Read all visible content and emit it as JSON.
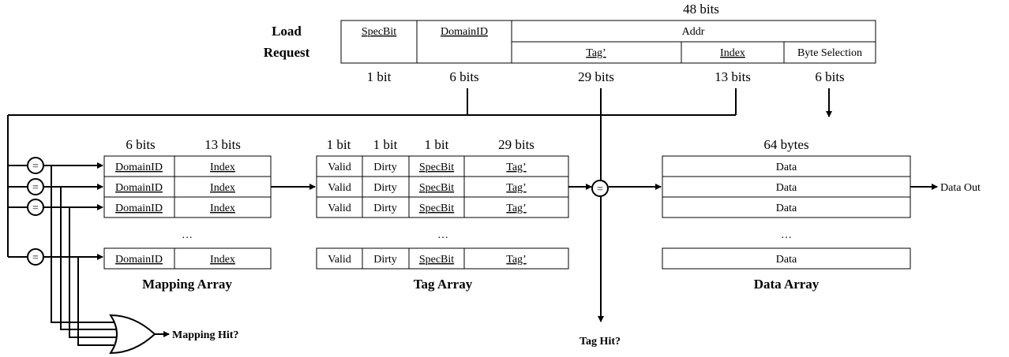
{
  "load_request": {
    "title_line1": "Load",
    "title_line2": "Request",
    "total_width": "48 bits",
    "spec_bit": "SpecBit",
    "domain_id": "DomainID",
    "addr": "Addr",
    "tag": "Tag’",
    "index": "Index",
    "byte_selection": "Byte Selection",
    "widths": [
      "1 bit",
      "6 bits",
      "29 bits",
      "13 bits",
      "6 bits"
    ]
  },
  "mapping_array": {
    "title": "Mapping Array",
    "widths": [
      "6 bits",
      "13 bits"
    ],
    "col_domain": "DomainID",
    "col_index": "Index",
    "ellipsis": "…"
  },
  "tag_array": {
    "title": "Tag Array",
    "widths": [
      "1 bit",
      "1 bit",
      "1 bit",
      "29 bits"
    ],
    "col_valid": "Valid",
    "col_dirty": "Dirty",
    "col_specbit": "SpecBit",
    "col_tag": "Tag’",
    "ellipsis": "…"
  },
  "data_array": {
    "title": "Data Array",
    "width": "64 bytes",
    "col_data": "Data",
    "ellipsis": "…"
  },
  "outputs": {
    "mapping_hit": "Mapping Hit?",
    "tag_hit": "Tag Hit?",
    "data_out": "Data Out"
  },
  "comparator_symbol": "="
}
